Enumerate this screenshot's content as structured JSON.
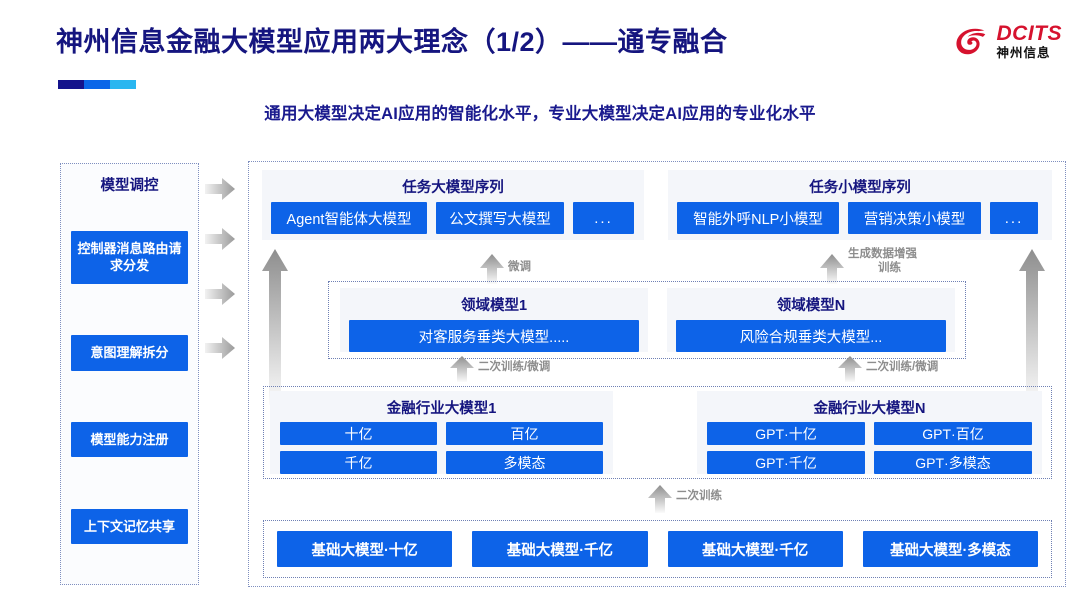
{
  "header": {
    "title": "神州信息金融大模型应用两大理念（1/2）——通专融合",
    "subtitle": "通用大模型决定AI应用的智能化水平，专业大模型决定AI应用的专业化水平",
    "logo_en": "DCITS",
    "logo_cn": "神州信息"
  },
  "control_column": {
    "title": "模型调控",
    "items": [
      {
        "label": "控制器消息路由请求分发"
      },
      {
        "label": "意图理解拆分"
      },
      {
        "label": "模型能力注册"
      },
      {
        "label": "上下文记忆共享"
      }
    ]
  },
  "task_groups": [
    {
      "title": "任务大模型序列",
      "boxes": [
        "Agent智能体大模型",
        "公文撰写大模型",
        "..."
      ]
    },
    {
      "title": "任务小模型序列",
      "boxes": [
        "智能外呼NLP小模型",
        "营销决策小模型",
        "..."
      ]
    }
  ],
  "domain_groups": [
    {
      "title": "领域模型1",
      "boxes": [
        "对客服务垂类大模型....."
      ]
    },
    {
      "title": "领域模型N",
      "boxes": [
        "风险合规垂类大模型..."
      ]
    }
  ],
  "industry_groups": [
    {
      "title": "金融行业大模型1",
      "boxes": [
        "十亿",
        "百亿",
        "千亿",
        "多模态"
      ]
    },
    {
      "title": "金融行业大模型N",
      "boxes": [
        "GPT·十亿",
        "GPT·百亿",
        "GPT·千亿",
        "GPT·多模态"
      ]
    }
  ],
  "base_models": [
    "基础大模型·十亿",
    "基础大模型·千亿",
    "基础大模型·千亿",
    "基础大模型·多模态"
  ],
  "arrow_labels": {
    "finetune": "微调",
    "data_aug": "生成数据增强\n训练",
    "data_aug_line1": "生成数据增强",
    "data_aug_line2": "训练",
    "retrain_finetune_left": "二次训练/微调",
    "retrain_finetune_right": "二次训练/微调",
    "retrain": "二次训练"
  },
  "colors": {
    "brand_blue": "#0d63e8",
    "navy": "#15157f",
    "logo_red": "#d6122e",
    "arrow_gray": "#9a9a9a",
    "dashed_border": "#7f8fbf",
    "panel_bg": "#f4f6fa"
  }
}
